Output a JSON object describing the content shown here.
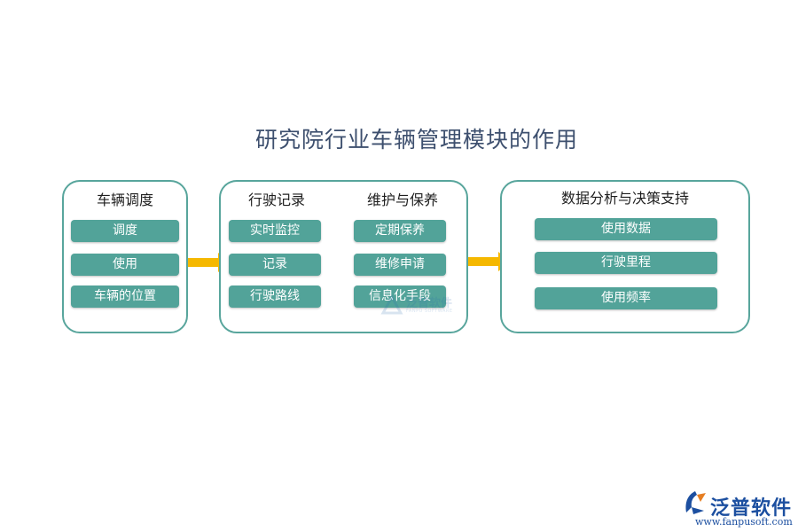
{
  "title": "研究院行业车辆管理模块的作用",
  "panel1": {
    "heading": "车辆调度",
    "items": [
      "调度",
      "使用",
      "车辆的位置"
    ]
  },
  "panel2": {
    "left_heading": "行驶记录",
    "right_heading": "维护与保养",
    "left_items": [
      "实时监控",
      "记录",
      "行驶路线"
    ],
    "right_items": [
      "定期保养",
      "维修申请",
      "信息化手段"
    ]
  },
  "panel3": {
    "heading": "数据分析与决策支持",
    "items": [
      "使用数据",
      "行驶里程",
      "使用频率"
    ]
  },
  "watermark": {
    "text": "泛普软件",
    "sub": "FANPU SOFTWARE"
  },
  "logo": {
    "text": "泛普软件",
    "url": "www.fanpusoft.com"
  },
  "colors": {
    "accent": "#52a399",
    "border": "#58a59c",
    "arrow": "#f5b800",
    "title": "#3d4f6e",
    "logo": "#1c4fa0"
  }
}
